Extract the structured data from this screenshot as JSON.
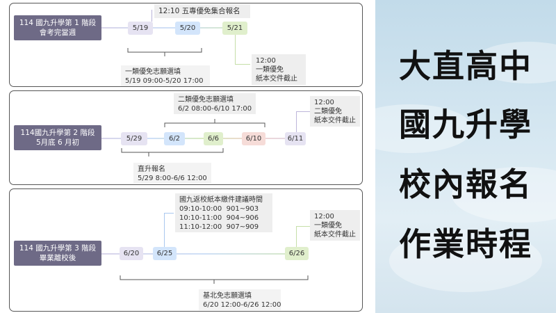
{
  "title": {
    "lines": [
      "大直高中",
      "國九升學",
      "校內報名",
      "作業時程"
    ]
  },
  "stage1": {
    "label_l1": "114 國九升學第 1 階段",
    "label_l2": "會考完當週",
    "dates": [
      "5/19",
      "5/20",
      "5/21"
    ],
    "note_top": "12:10 五專優免集合報名",
    "note_right": "12:00\n一類優免\n紙本交件截止",
    "note_bottom": "一類優免志願選填\n5/19 09:00-5/20 17:00"
  },
  "stage2": {
    "label_l1": "114國九升學第 2 階段",
    "label_l2": "5月底 6 月初",
    "dates": [
      "5/29",
      "6/2",
      "6/6",
      "6/10",
      "6/11"
    ],
    "note_top": "二類優免志願選填\n6/2 08:00-6/10 17:00",
    "note_right": "12:00\n二類優免\n紙本交件截止",
    "note_bottom": "直升報名\n5/29 8:00-6/6 12:00"
  },
  "stage3": {
    "label_l1": "114 國九升學第 3 階段",
    "label_l2": "畢業離校後",
    "dates": [
      "6/20",
      "6/25",
      "6/26"
    ],
    "note_top": "國九返校紙本繳件建議時間\n09:10-10:00  901~903\n10:10-11:00  904~906\n11:10-12:00  907~909",
    "note_right": "12:00\n一類優免\n紙本交件截止",
    "note_bottom": "基北免志願選填\n6/20 12:00-6/26 12:00"
  },
  "colors": {
    "stage": "#6e6a86",
    "purple": "#e6e3f2",
    "blue": "#d3e5fb",
    "green": "#e0efcc",
    "pink": "#f6dcd8"
  }
}
